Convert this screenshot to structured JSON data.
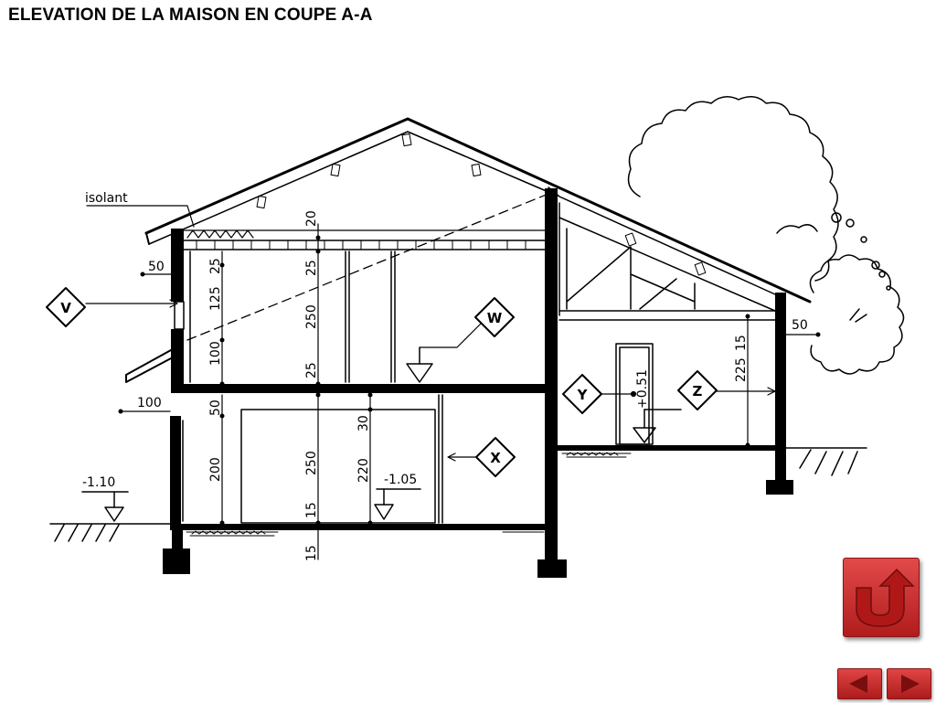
{
  "title": "ELEVATION DE LA MAISON EN COUPE A-A",
  "labels": {
    "insulation": "isolant"
  },
  "markers": {
    "v": "V",
    "w": "W",
    "x": "X",
    "y": "Y",
    "z": "Z"
  },
  "dimensions": {
    "d_50_left": "50",
    "d_100_left": "100",
    "d_20": "20",
    "d_25_a": "25",
    "d_25_b": "25",
    "d_125": "125",
    "d_250_upper": "250",
    "d_100_mid": "100",
    "d_25_c": "25",
    "d_50_lower": "50",
    "d_200": "200",
    "d_250_lower": "250",
    "d_30": "30",
    "d_220": "220",
    "d_15_a": "15",
    "d_15_b": "15",
    "d_225": "225",
    "d_15_c": "15",
    "d_50_right": "50"
  },
  "levels": {
    "outside": "-1.10",
    "ground_floor": "-1.05",
    "annex": "+0.51"
  },
  "buttons": {
    "return": {
      "icon": "u-turn-arrow-icon",
      "color": "#c82828"
    },
    "prev": {
      "icon": "triangle-left-icon"
    },
    "next": {
      "icon": "triangle-right-icon"
    }
  }
}
